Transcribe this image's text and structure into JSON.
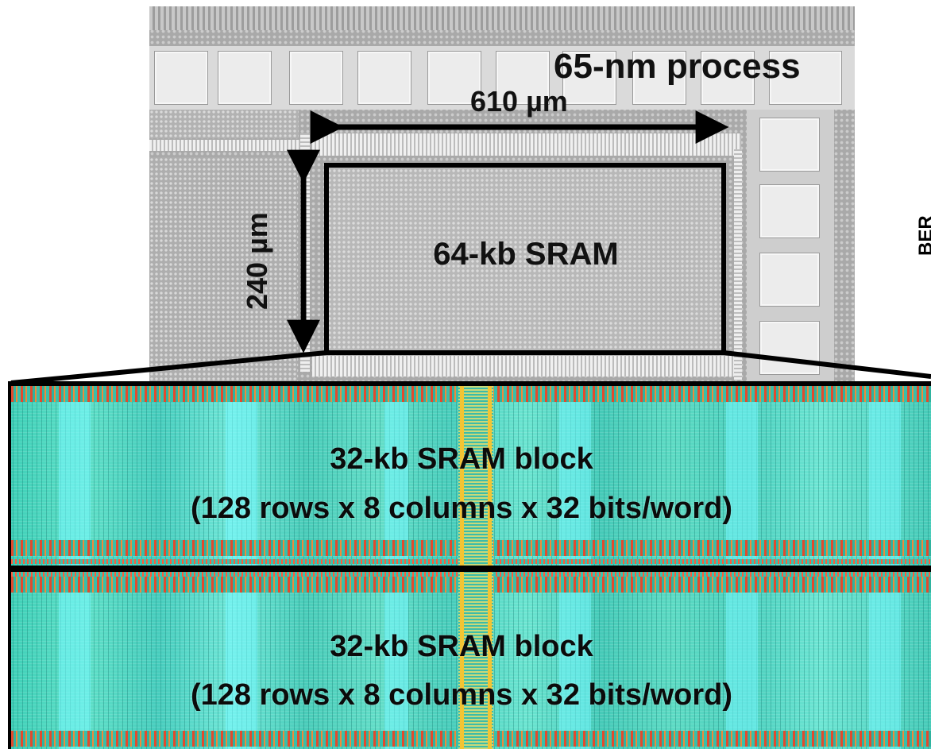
{
  "die": {
    "process_label": "65-nm process",
    "width_label": "610 µm",
    "height_label": "240 µm",
    "sram_label": "64-kb SRAM"
  },
  "layout": {
    "blocks": [
      {
        "title": "32-kb SRAM block",
        "detail": "(128 rows x 8 columns x 32 bits/word)"
      },
      {
        "title": "32-kb SRAM block",
        "detail": "(128 rows x 8 columns x 32 bits/word)"
      }
    ]
  },
  "right_edge_text": "BER",
  "colors": {
    "die_gray": "#a9a9a9",
    "layout_teal": "#4fd3bf",
    "layout_cyan": "#7cf5ff",
    "metal_red": "#e44a2c",
    "rail_yellow": "#f2c433",
    "outline": "#000000"
  }
}
